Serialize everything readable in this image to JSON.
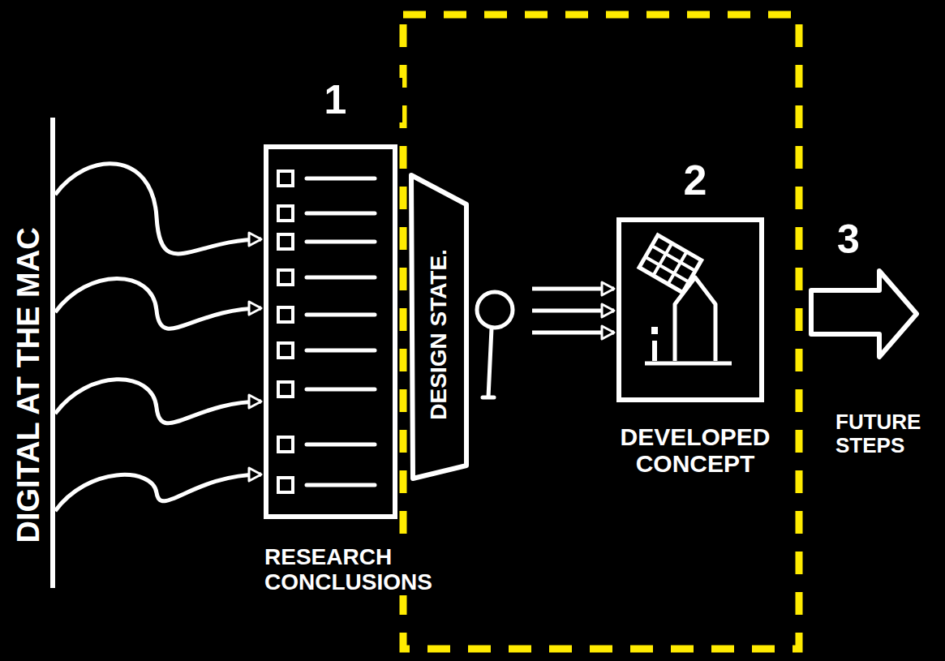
{
  "diagram": {
    "nodes": [
      {
        "text": [
          "DIGITAL AT THE MAC"
        ]
      },
      {
        "text": [
          "1",
          "RESEARCH CONCLUSIONS"
        ]
      },
      {
        "text": [
          "DESIGN STATE."
        ]
      },
      {
        "text": [
          "2",
          "DEVELOPED CONCEPT"
        ]
      },
      {
        "text": [
          "3",
          "FUTURE STEPS"
        ]
      }
    ],
    "edges": [
      {
        "from": 0,
        "to": 1,
        "arrow": "to"
      },
      {
        "from": 0,
        "to": 1,
        "arrow": "to"
      },
      {
        "from": 0,
        "to": 1,
        "arrow": "to"
      },
      {
        "from": 0,
        "to": 1,
        "arrow": "to"
      },
      {
        "from": 2,
        "to": 3,
        "arrow": "to"
      },
      {
        "from": 2,
        "to": 3,
        "arrow": "to"
      },
      {
        "from": 2,
        "to": 3,
        "arrow": "to"
      }
    ]
  }
}
